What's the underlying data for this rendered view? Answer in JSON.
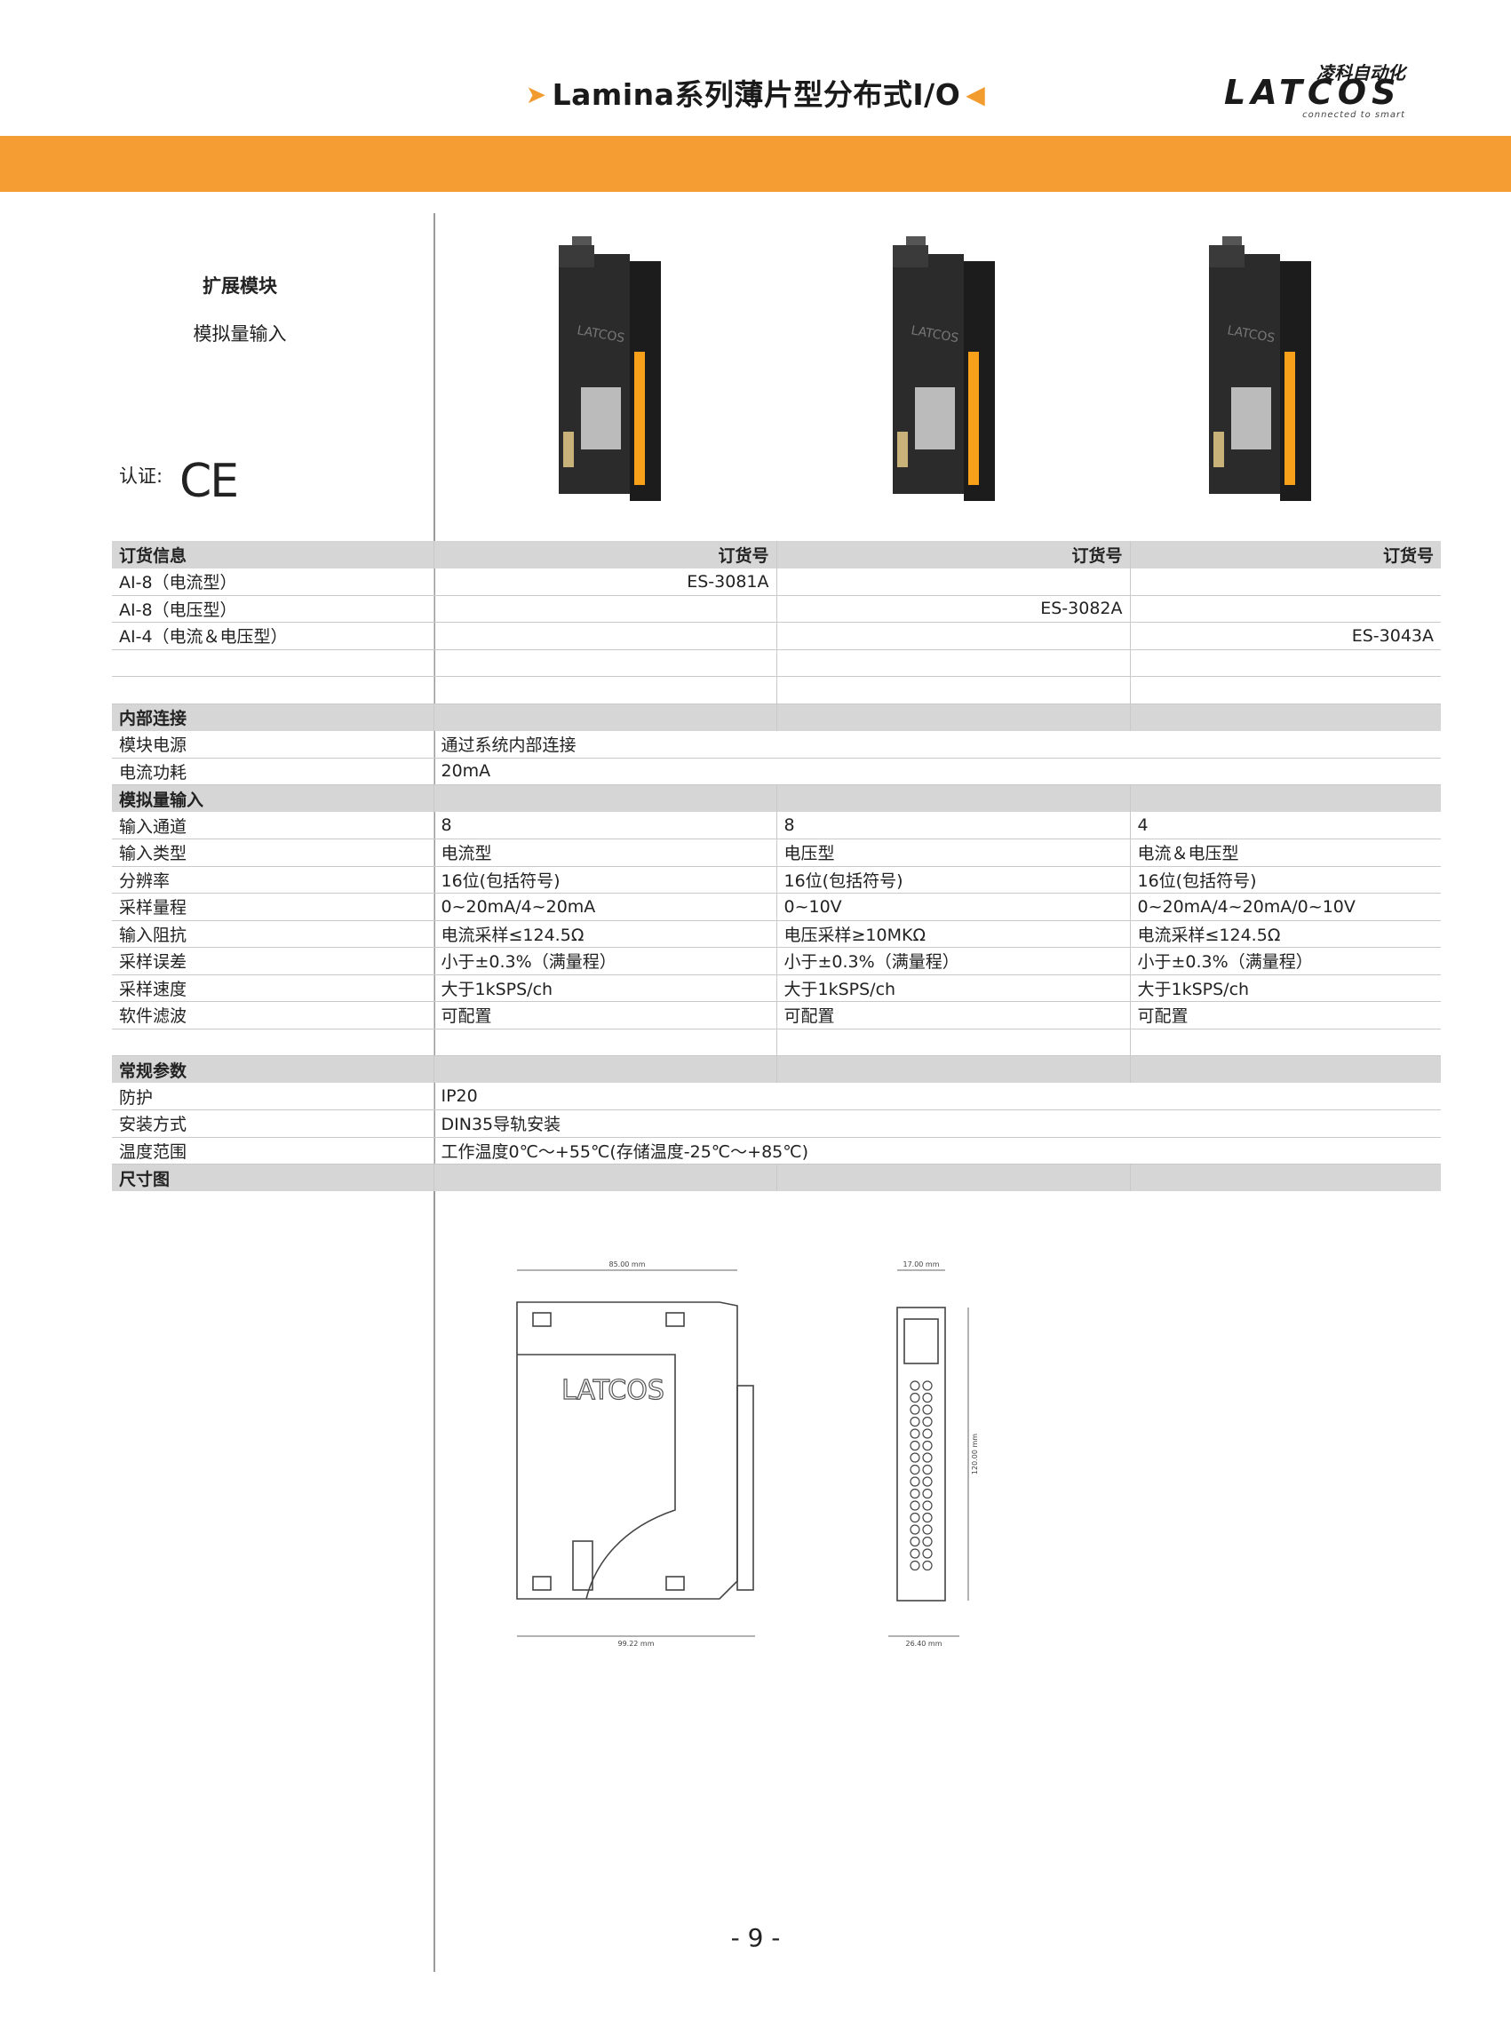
{
  "header": {
    "title": "Lamina系列薄片型分布式I/O",
    "logo_cn": "凌科自动化",
    "logo_en": "LATCOS",
    "logo_tagline": "connected to smart"
  },
  "side": {
    "title": "扩展模块",
    "subtitle": "模拟量输入",
    "cert_label": "认证:",
    "cert_mark": "CE"
  },
  "product_brand": "LATCOS",
  "table": {
    "rows": [
      {
        "type": "section",
        "cells": [
          "订货信息",
          "订货号",
          "订货号",
          "订货号"
        ]
      },
      {
        "cells": [
          "AI-8（电流型）",
          "ES-3081A",
          "",
          ""
        ]
      },
      {
        "cells": [
          "AI-8（电压型）",
          "",
          "ES-3082A",
          ""
        ]
      },
      {
        "cells": [
          "AI-4（电流＆电压型）",
          "",
          "",
          "ES-3043A"
        ]
      },
      {
        "cells": [
          "",
          "",
          "",
          ""
        ]
      },
      {
        "cells": [
          "",
          "",
          "",
          ""
        ]
      },
      {
        "type": "section",
        "cells": [
          "内部连接",
          "",
          "",
          ""
        ]
      },
      {
        "span": true,
        "cells": [
          "模块电源",
          "通过系统内部连接"
        ]
      },
      {
        "span": true,
        "cells": [
          "电流功耗",
          "20mA"
        ]
      },
      {
        "type": "section",
        "cells": [
          "模拟量输入",
          "",
          "",
          ""
        ]
      },
      {
        "cells": [
          "输入通道",
          "8",
          "8",
          "4"
        ]
      },
      {
        "cells": [
          "输入类型",
          "电流型",
          "电压型",
          "电流＆电压型"
        ]
      },
      {
        "cells": [
          "分辨率",
          "16位(包括符号)",
          "16位(包括符号)",
          "16位(包括符号)"
        ]
      },
      {
        "cells": [
          "采样量程",
          "0~20mA/4~20mA",
          "0~10V",
          "0~20mA/4~20mA/0~10V"
        ]
      },
      {
        "cells": [
          "输入阻抗",
          "电流采样≤124.5Ω",
          "电压采样≥10MKΩ",
          "电流采样≤124.5Ω"
        ]
      },
      {
        "cells": [
          "采样误差",
          "小于±0.3%（满量程）",
          "小于±0.3%（满量程）",
          "小于±0.3%（满量程）"
        ]
      },
      {
        "cells": [
          "采样速度",
          "大于1kSPS/ch",
          "大于1kSPS/ch",
          "大于1kSPS/ch"
        ]
      },
      {
        "cells": [
          "软件滤波",
          "可配置",
          "可配置",
          "可配置"
        ]
      },
      {
        "cells": [
          "",
          "",
          "",
          ""
        ]
      },
      {
        "type": "section",
        "cells": [
          "常规参数",
          "",
          "",
          ""
        ]
      },
      {
        "span": true,
        "cells": [
          "防护",
          "IP20"
        ]
      },
      {
        "span": true,
        "cells": [
          "安装方式",
          "DIN35导轨安装"
        ]
      },
      {
        "span": true,
        "cells": [
          "温度范围",
          "工作温度0℃～+55℃(存储温度-25℃～+85℃)"
        ]
      },
      {
        "type": "section",
        "cells": [
          "尺寸图",
          "",
          "",
          ""
        ]
      }
    ]
  },
  "drawing": {
    "dim_width_top": "85.00 mm",
    "dim_width_bottom": "99.22 mm",
    "dim_side_top": "17.00 mm",
    "dim_side_height": "120.00 mm",
    "dim_side_bottom": "26.40 mm",
    "brand": "LATCOS"
  },
  "page_number": "- 9 -",
  "colors": {
    "accent": "#f59d33",
    "section_bg": "#d6d6d6",
    "terminal": "#f7a11a"
  }
}
